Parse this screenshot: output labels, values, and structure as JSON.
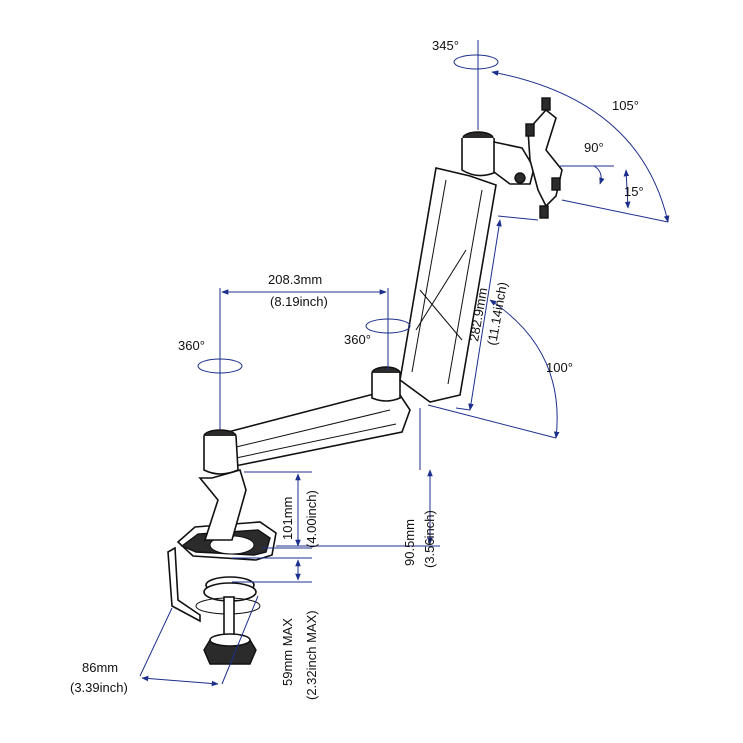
{
  "labels": {
    "rot_top": "345°",
    "tilt_105": "105°",
    "rot_90": "90°",
    "tilt_15": "15°",
    "reach_mm": "208.3mm",
    "reach_in": "(8.19inch)",
    "swivel_base": "360°",
    "swivel_mid": "360°",
    "upper_mm": "282.9mm",
    "upper_in": "(11.14inch)",
    "lift_100": "100°",
    "base_mm": "101mm",
    "base_in": "(4.00inch)",
    "elbow_mm": "90.5mm",
    "elbow_in": "(3.56inch)",
    "clamp_mm": "59mm MAX",
    "clamp_in": "(2.32inch MAX)",
    "depth_mm": "86mm",
    "depth_in": "(3.39inch)"
  },
  "colors": {
    "dimension_line": "#1c2f8c",
    "outline": "#111111"
  }
}
